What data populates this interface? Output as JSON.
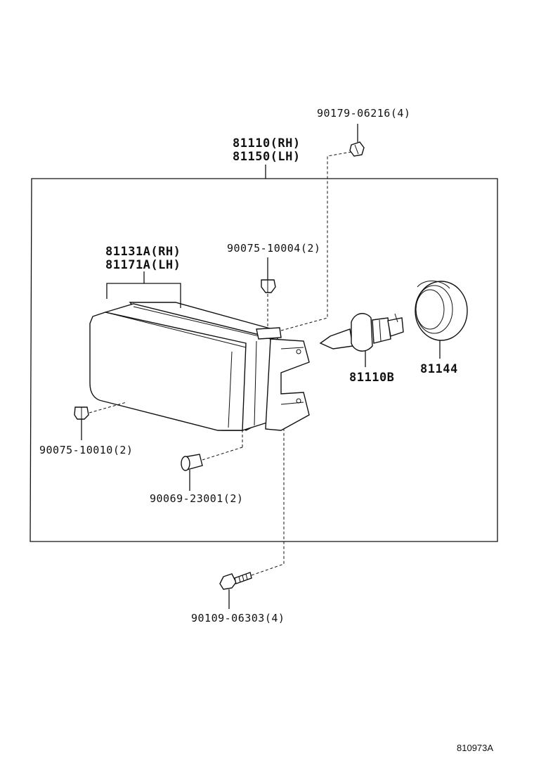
{
  "diagram_code": "810973A",
  "assembly": {
    "label_rh": "81110(RH)",
    "label_lh": "81150(LH)"
  },
  "parts": {
    "nut_top": "90179-06216(4)",
    "lens_rh": "81131A(RH)",
    "lens_lh": "81171A(LH)",
    "clip_top": "90075-10004(2)",
    "bulb": "81110B",
    "socket_cover": "81144",
    "clip_left": "90075-10010(2)",
    "grommet": "90069-23001(2)",
    "bolt": "90109-06303(4)"
  }
}
